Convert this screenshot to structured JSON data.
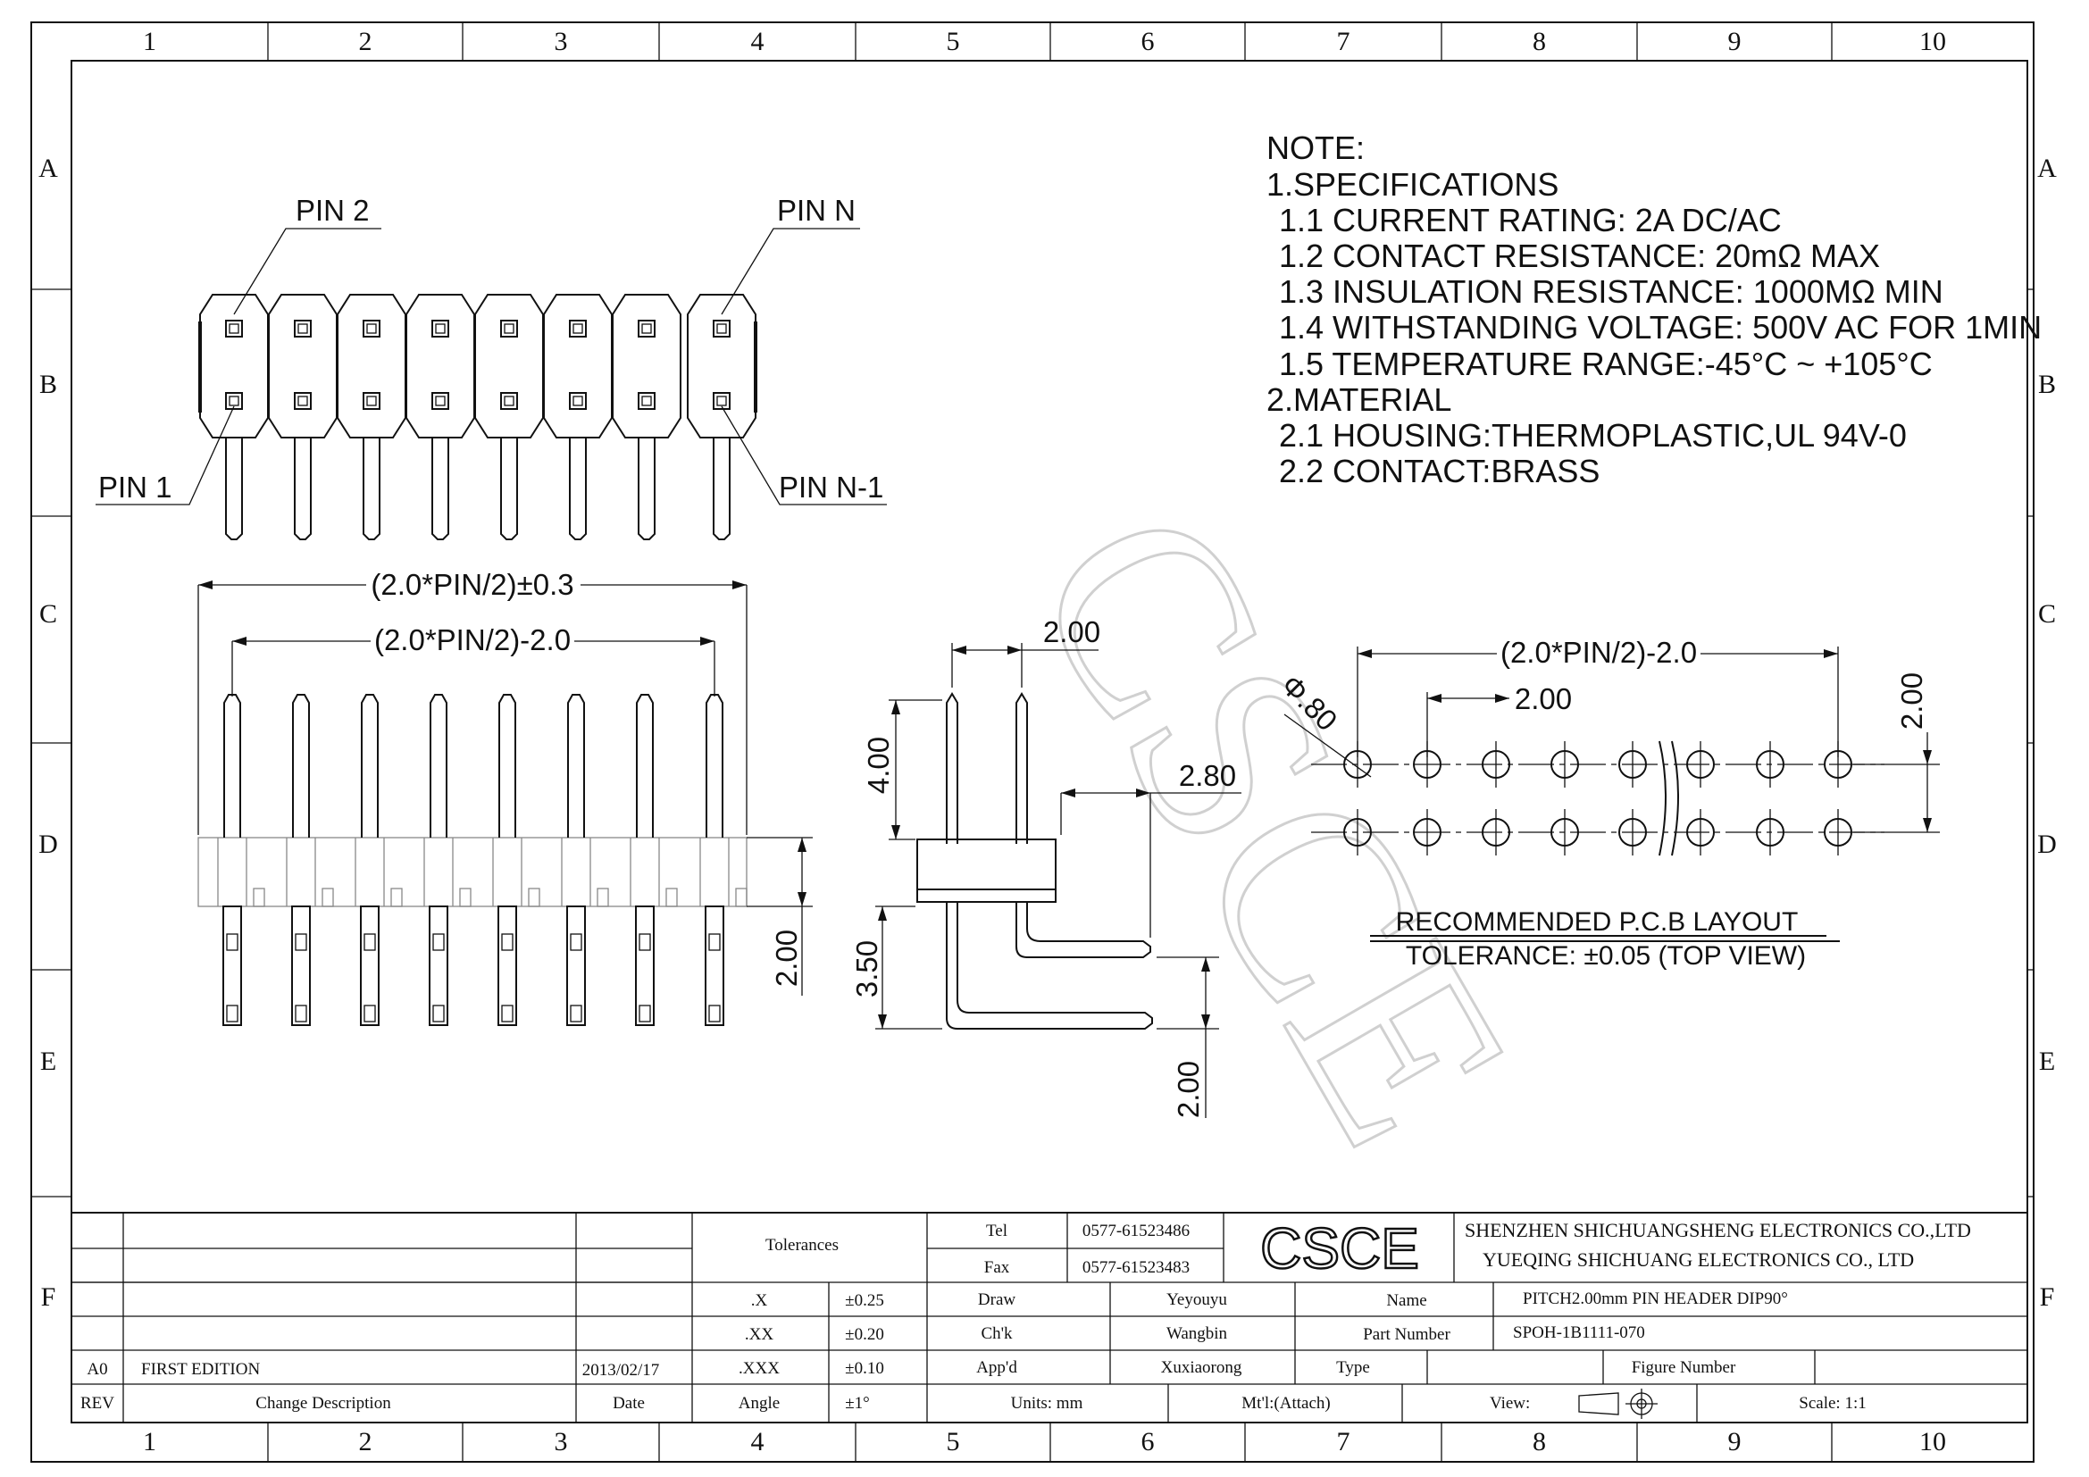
{
  "grid": {
    "columns": [
      "1",
      "2",
      "3",
      "4",
      "5",
      "6",
      "7",
      "8",
      "9",
      "10"
    ],
    "rows": [
      "A",
      "B",
      "C",
      "D",
      "E",
      "F"
    ]
  },
  "notes": [
    "NOTE:",
    "1.SPECIFICATIONS",
    " 1.1 CURRENT RATING: 2A DC/AC",
    " 1.2 CONTACT RESISTANCE: 20mΩ MAX",
    " 1.3 INSULATION RESISTANCE: 1000MΩ MIN",
    " 1.4 WITHSTANDING VOLTAGE: 500V AC FOR 1MIN",
    " 1.5 TEMPERATURE RANGE:-45°C ~ +105°C",
    "2.MATERIAL",
    " 2.1 HOUSING:THERMOPLASTIC,UL 94V-0",
    " 2.2 CONTACT:BRASS"
  ],
  "pin_labels": {
    "pin2": "PIN 2",
    "pinN": "PIN N",
    "pin1": "PIN 1",
    "pinN1": "PIN N-1"
  },
  "dimensions": {
    "overall": "(2.0*PIN/2)±0.3",
    "span": "(2.0*PIN/2)-2.0",
    "height_front": "2.00",
    "pitch_side": "2.00",
    "tail_side": "4.00",
    "offset_side": "2.80",
    "height_side": "3.50",
    "row_side": "2.00",
    "pcb_span": "(2.0*PIN/2)-2.0",
    "pcb_pitch": "2.00",
    "pcb_row": "2.00",
    "pcb_hole": "Φ.80"
  },
  "pcb": {
    "title": "RECOMMENDED P.C.B LAYOUT",
    "tolerance": "TOLERANCE: ±0.05 (TOP VIEW)"
  },
  "watermark": "CSCE",
  "title_block": {
    "tolerances_label": "Tolerances",
    "tol_rows": [
      {
        "key": ".X",
        "val": "±0.25"
      },
      {
        "key": ".XX",
        "val": "±0.20"
      },
      {
        "key": ".XXX",
        "val": "±0.10"
      },
      {
        "key": "Angle",
        "val": "±1°"
      }
    ],
    "tel_label": "Tel",
    "tel": "0577-61523486",
    "fax_label": "Fax",
    "fax": "0577-61523483",
    "logo": "CSCE",
    "company1": "SHENZHEN SHICHUANGSHENG ELECTRONICS CO.,LTD",
    "company2": "YUEQING SHICHUANG ELECTRONICS CO., LTD",
    "draw_label": "Draw",
    "draw": "Yeyouyu",
    "chk_label": "Ch'k",
    "chk": "Wangbin",
    "appd_label": "App'd",
    "appd": "Xuxiaorong",
    "name_label": "Name",
    "name": "PITCH2.00mm PIN HEADER DIP90°",
    "part_label": "Part Number",
    "part": "SPOH-1B1111-070",
    "type_label": "Type",
    "figure_label": "Figure Number",
    "units": "Units: mm",
    "mtl": "Mt'l:(Attach)",
    "view": "View:",
    "scale": "Scale: 1:1",
    "rev_code": "A0",
    "rev_desc": "FIRST EDITION",
    "rev_date": "2013/02/17",
    "rev_header": "REV",
    "desc_header": "Change Description",
    "date_header": "Date"
  }
}
